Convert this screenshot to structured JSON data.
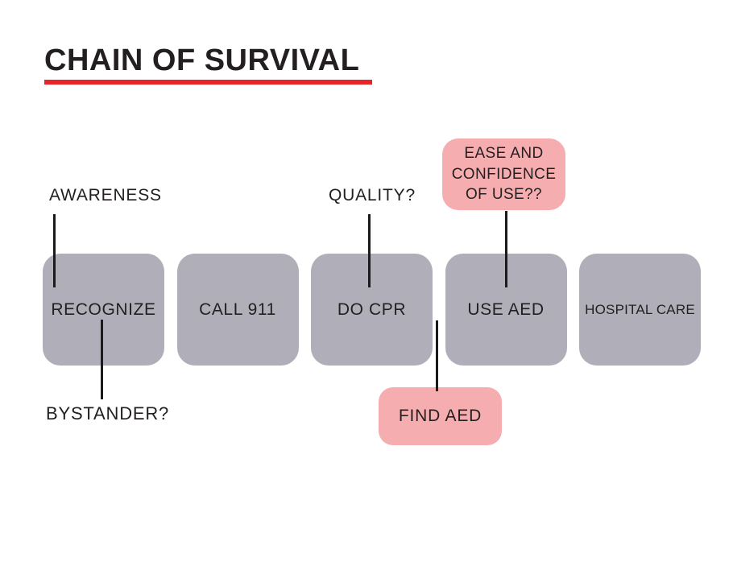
{
  "title": {
    "text": "CHAIN OF SURVIVAL"
  },
  "colors": {
    "background": "#ffffff",
    "text": "#231f20",
    "underline_red": "#e8242b",
    "box_gray": "#b0afb9",
    "box_pink": "#f5adb0",
    "connector": "#1b1b1b"
  },
  "chain": {
    "steps": [
      {
        "label": "RECOGNIZE"
      },
      {
        "label": "CALL 911"
      },
      {
        "label": "DO CPR"
      },
      {
        "label": "USE AED"
      },
      {
        "label": "HOSPITAL CARE"
      }
    ]
  },
  "annotations": {
    "awareness": "AWARENESS",
    "quality": "QUALITY?",
    "bystander": "BYSTANDER?",
    "ease_and_confidence": "EASE AND\nCONFIDENCE\nOF USE??",
    "find_aed": "FIND AED"
  }
}
